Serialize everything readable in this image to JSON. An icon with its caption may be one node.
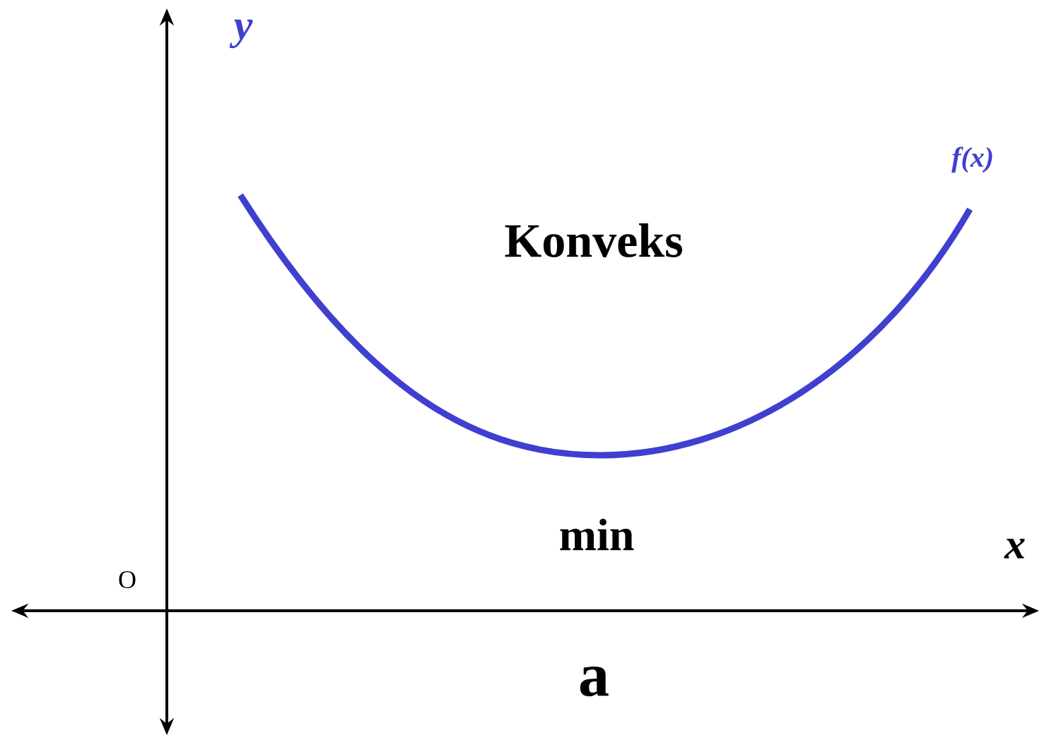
{
  "diagram": {
    "labels": [
      "y",
      "f(x)",
      "Konveks",
      "min",
      "x",
      "O",
      "a"
    ]
  }
}
